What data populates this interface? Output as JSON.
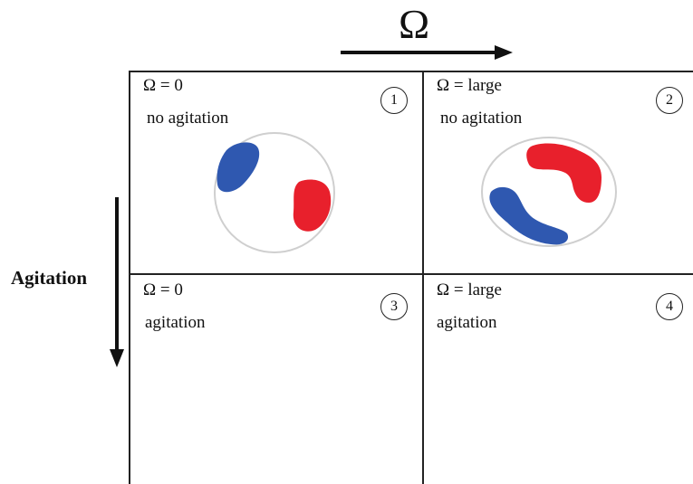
{
  "axes": {
    "horizontal_label": "Ω",
    "vertical_label": "Agitation"
  },
  "cells": [
    {
      "number": "1",
      "omega": "Ω = 0",
      "condition": "no agitation"
    },
    {
      "number": "2",
      "omega": "Ω = large",
      "condition": "no agitation"
    },
    {
      "number": "3",
      "omega": "Ω = 0",
      "condition": "agitation"
    },
    {
      "number": "4",
      "omega": "Ω = large",
      "condition": "agitation"
    }
  ],
  "colors": {
    "blue_blob": "#2f58b0",
    "red_blob": "#e8202c",
    "outline": "#cfcfcf",
    "lines": "#222222"
  }
}
